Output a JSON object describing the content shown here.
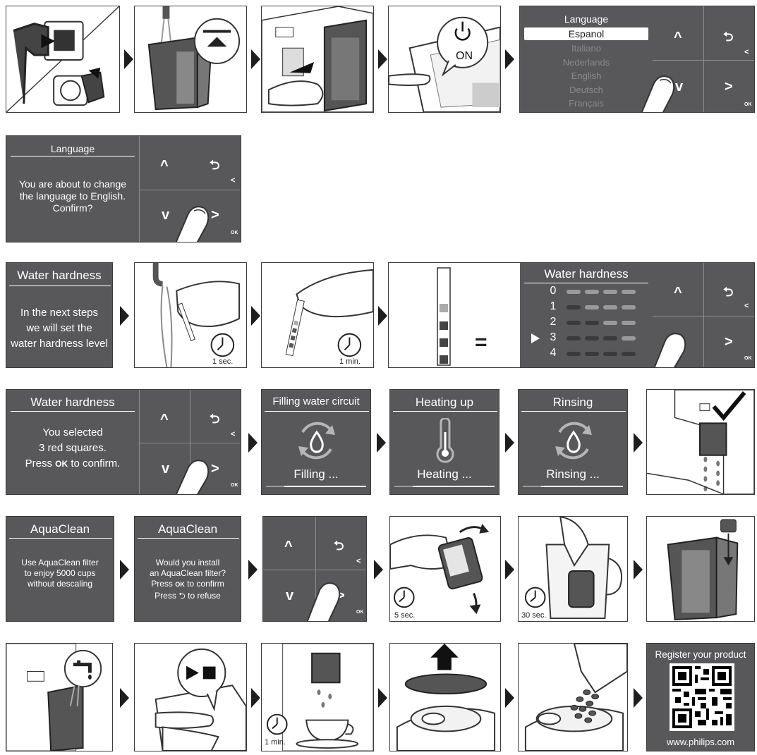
{
  "colors": {
    "screen": "#58585a",
    "outline": "#3c3c3c",
    "arrow": "#1e1e1e"
  },
  "row1": {
    "power_label": "ON",
    "language_title": "Language",
    "languages": [
      "Espanol",
      "Italiano",
      "Nederlands",
      "English",
      "Deutsch",
      "Français"
    ],
    "selected_language": "Espanol"
  },
  "row2": {
    "title": "Language",
    "body": [
      "You are about to change",
      "the language to English.",
      "Confirm?"
    ]
  },
  "row3": {
    "title": "Water hardness",
    "body": [
      "In the next steps",
      "we will set the",
      "water hardness level"
    ],
    "timer1": "1 sec.",
    "timer2": "1 min.",
    "equals": "=",
    "levels_title": "Water hardness",
    "levels": [
      "0",
      "1",
      "2",
      "3",
      "4"
    ],
    "selected_level": "3"
  },
  "row4": {
    "title": "Water hardness",
    "body_line1": "You selected",
    "body_line2": "3 red squares.",
    "body_pre": "Press ",
    "body_ok": "OK",
    "body_post": " to confirm.",
    "filling_title": "Filling water circuit",
    "filling_status": "Filling ...",
    "heating_title": "Heating up",
    "heating_status": "Heating ...",
    "rinsing_title": "Rinsing",
    "rinsing_status": "Rinsing ..."
  },
  "row5": {
    "title1": "AquaClean",
    "body1": [
      "Use AquaClean filter",
      "to enjoy 5000 cups",
      "without descaling"
    ],
    "title2": "AquaClean",
    "body2_line1": "Would you install",
    "body2_line2": "an AquaClean filter?",
    "body2_line3_pre": "Press ",
    "body2_line3_ok": "OK",
    "body2_line3_post": " to confirm",
    "body2_line4_pre": "Press ",
    "body2_line4_post": " to refuse",
    "timer1": "5 sec.",
    "timer2": "30 sec."
  },
  "row6": {
    "timer": "1 min.",
    "register_title": "Register your product",
    "register_url": "www.philips.com"
  },
  "nav": {
    "up": "^",
    "down": "v",
    "back": "⮌",
    "next": ">",
    "small_back": "<",
    "ok": "OK"
  }
}
